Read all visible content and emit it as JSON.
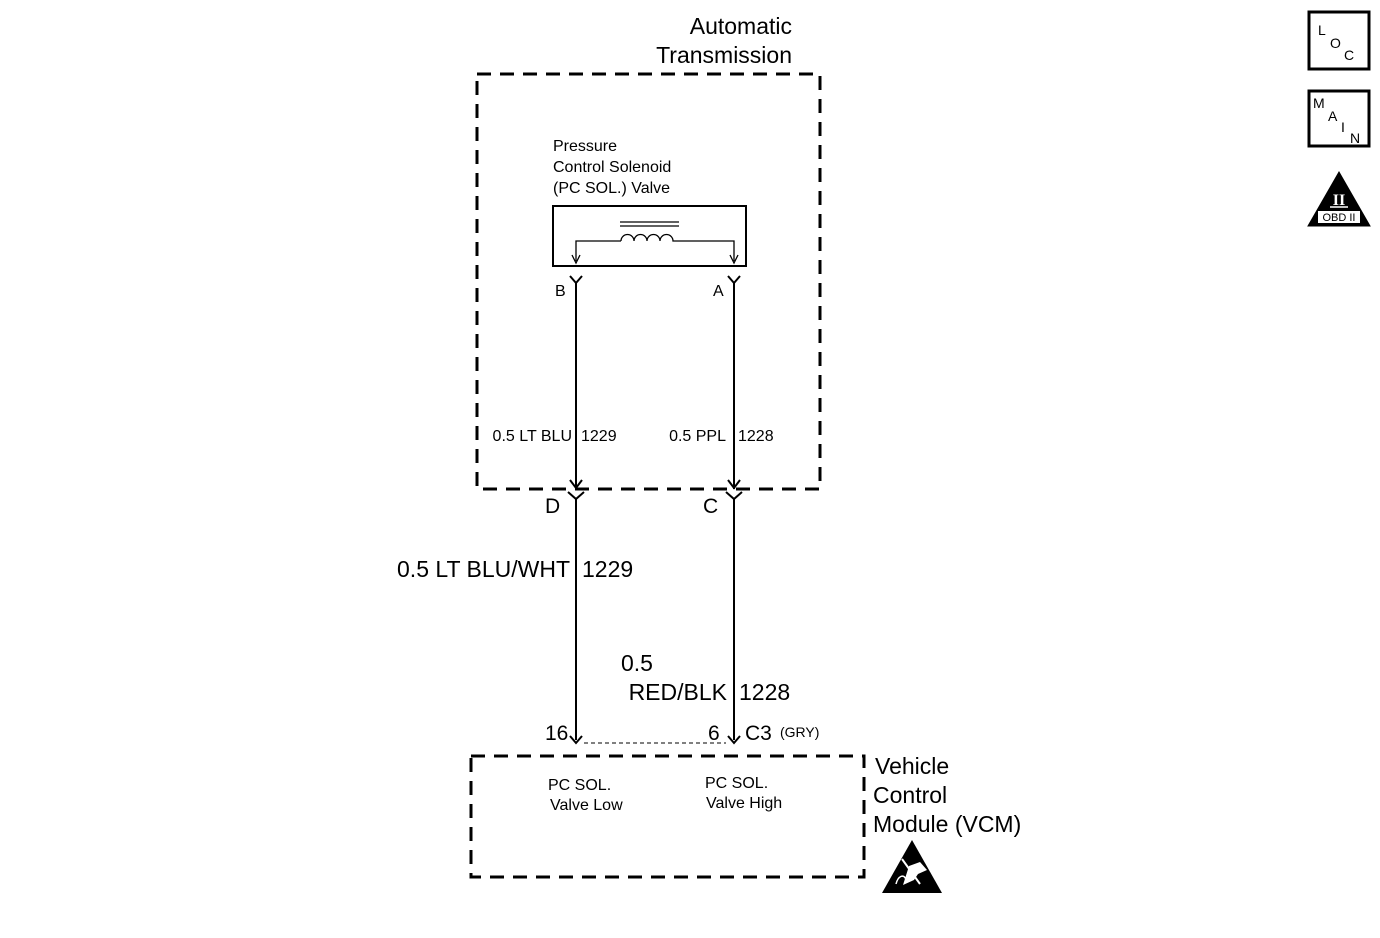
{
  "transmission": {
    "title_line1": "Automatic",
    "title_line2": "Transmission",
    "solenoid_label_line1": "Pressure",
    "solenoid_label_line2": "Control Solenoid",
    "solenoid_label_line3": "(PC SOL.) Valve",
    "pin_b": "B",
    "pin_a": "A",
    "wire_left_label": "0.5 LT BLU",
    "wire_left_circuit": "1229",
    "wire_right_label": "0.5 PPL",
    "wire_right_circuit": "1228"
  },
  "harness": {
    "connector_d": "D",
    "connector_c": "C",
    "wire_left_label": "0.5 LT BLU/WHT",
    "wire_left_circuit": "1229",
    "wire_right_size": "0.5",
    "wire_right_color": "RED/BLK",
    "wire_right_circuit": "1228"
  },
  "vcm": {
    "pin_left": "16",
    "pin_right": "6",
    "connector_id": "C3",
    "connector_color": "(GRY)",
    "left_label_line1": "PC SOL.",
    "left_label_line2": "Valve Low",
    "right_label_line1": "PC SOL.",
    "right_label_line2": "Valve High",
    "title_line1": "Vehicle",
    "title_line2": "Control",
    "title_line3": "Module (VCM)"
  },
  "nav": {
    "loc_letters": [
      "L",
      "O",
      "C"
    ],
    "main_letters": [
      "M",
      "A",
      "I",
      "N"
    ],
    "obd_numeral": "II",
    "obd_label": "OBD II"
  },
  "icons": {
    "esd": "esd-warning-icon",
    "obd": "obd-ii-icon",
    "coil": "coil-icon"
  }
}
